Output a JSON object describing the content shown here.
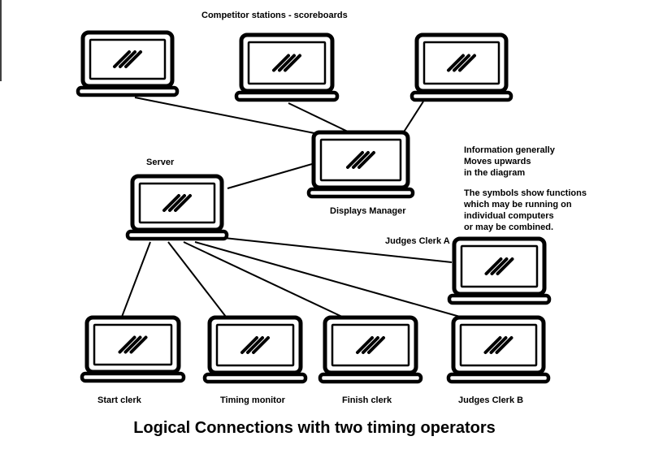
{
  "labels": {
    "competitor_stations": "Competitor stations - scoreboards",
    "server": "Server",
    "displays_manager": "Displays Manager",
    "judges_clerk_a": "Judges Clerk A",
    "start_clerk": "Start clerk",
    "timing_monitor": "Timing monitor",
    "finish_clerk": "Finish clerk",
    "judges_clerk_b": "Judges Clerk B"
  },
  "note": {
    "line1": "Information generally",
    "line2": "Moves upwards",
    "line3": "in the diagram",
    "line4": "The symbols show functions",
    "line5": "which may be running on",
    "line6": "individual computers",
    "line7": "or may be combined."
  },
  "title": "Logical Connections with two timing operators",
  "nodes": [
    {
      "id": "scoreboard-1",
      "icon": "laptop-icon"
    },
    {
      "id": "scoreboard-2",
      "icon": "laptop-icon"
    },
    {
      "id": "scoreboard-3",
      "icon": "laptop-icon"
    },
    {
      "id": "displays-manager",
      "icon": "laptop-icon"
    },
    {
      "id": "server",
      "icon": "laptop-icon"
    },
    {
      "id": "judges-clerk-a",
      "icon": "laptop-icon"
    },
    {
      "id": "start-clerk",
      "icon": "laptop-icon"
    },
    {
      "id": "timing-monitor",
      "icon": "laptop-icon"
    },
    {
      "id": "finish-clerk",
      "icon": "laptop-icon"
    },
    {
      "id": "judges-clerk-b",
      "icon": "laptop-icon"
    }
  ],
  "edges": [
    {
      "from": "scoreboard-1",
      "to": "displays-manager"
    },
    {
      "from": "scoreboard-2",
      "to": "displays-manager"
    },
    {
      "from": "scoreboard-3",
      "to": "displays-manager"
    },
    {
      "from": "server",
      "to": "displays-manager"
    },
    {
      "from": "server",
      "to": "judges-clerk-a"
    },
    {
      "from": "server",
      "to": "start-clerk"
    },
    {
      "from": "server",
      "to": "timing-monitor"
    },
    {
      "from": "server",
      "to": "finish-clerk"
    },
    {
      "from": "server",
      "to": "judges-clerk-b"
    }
  ]
}
